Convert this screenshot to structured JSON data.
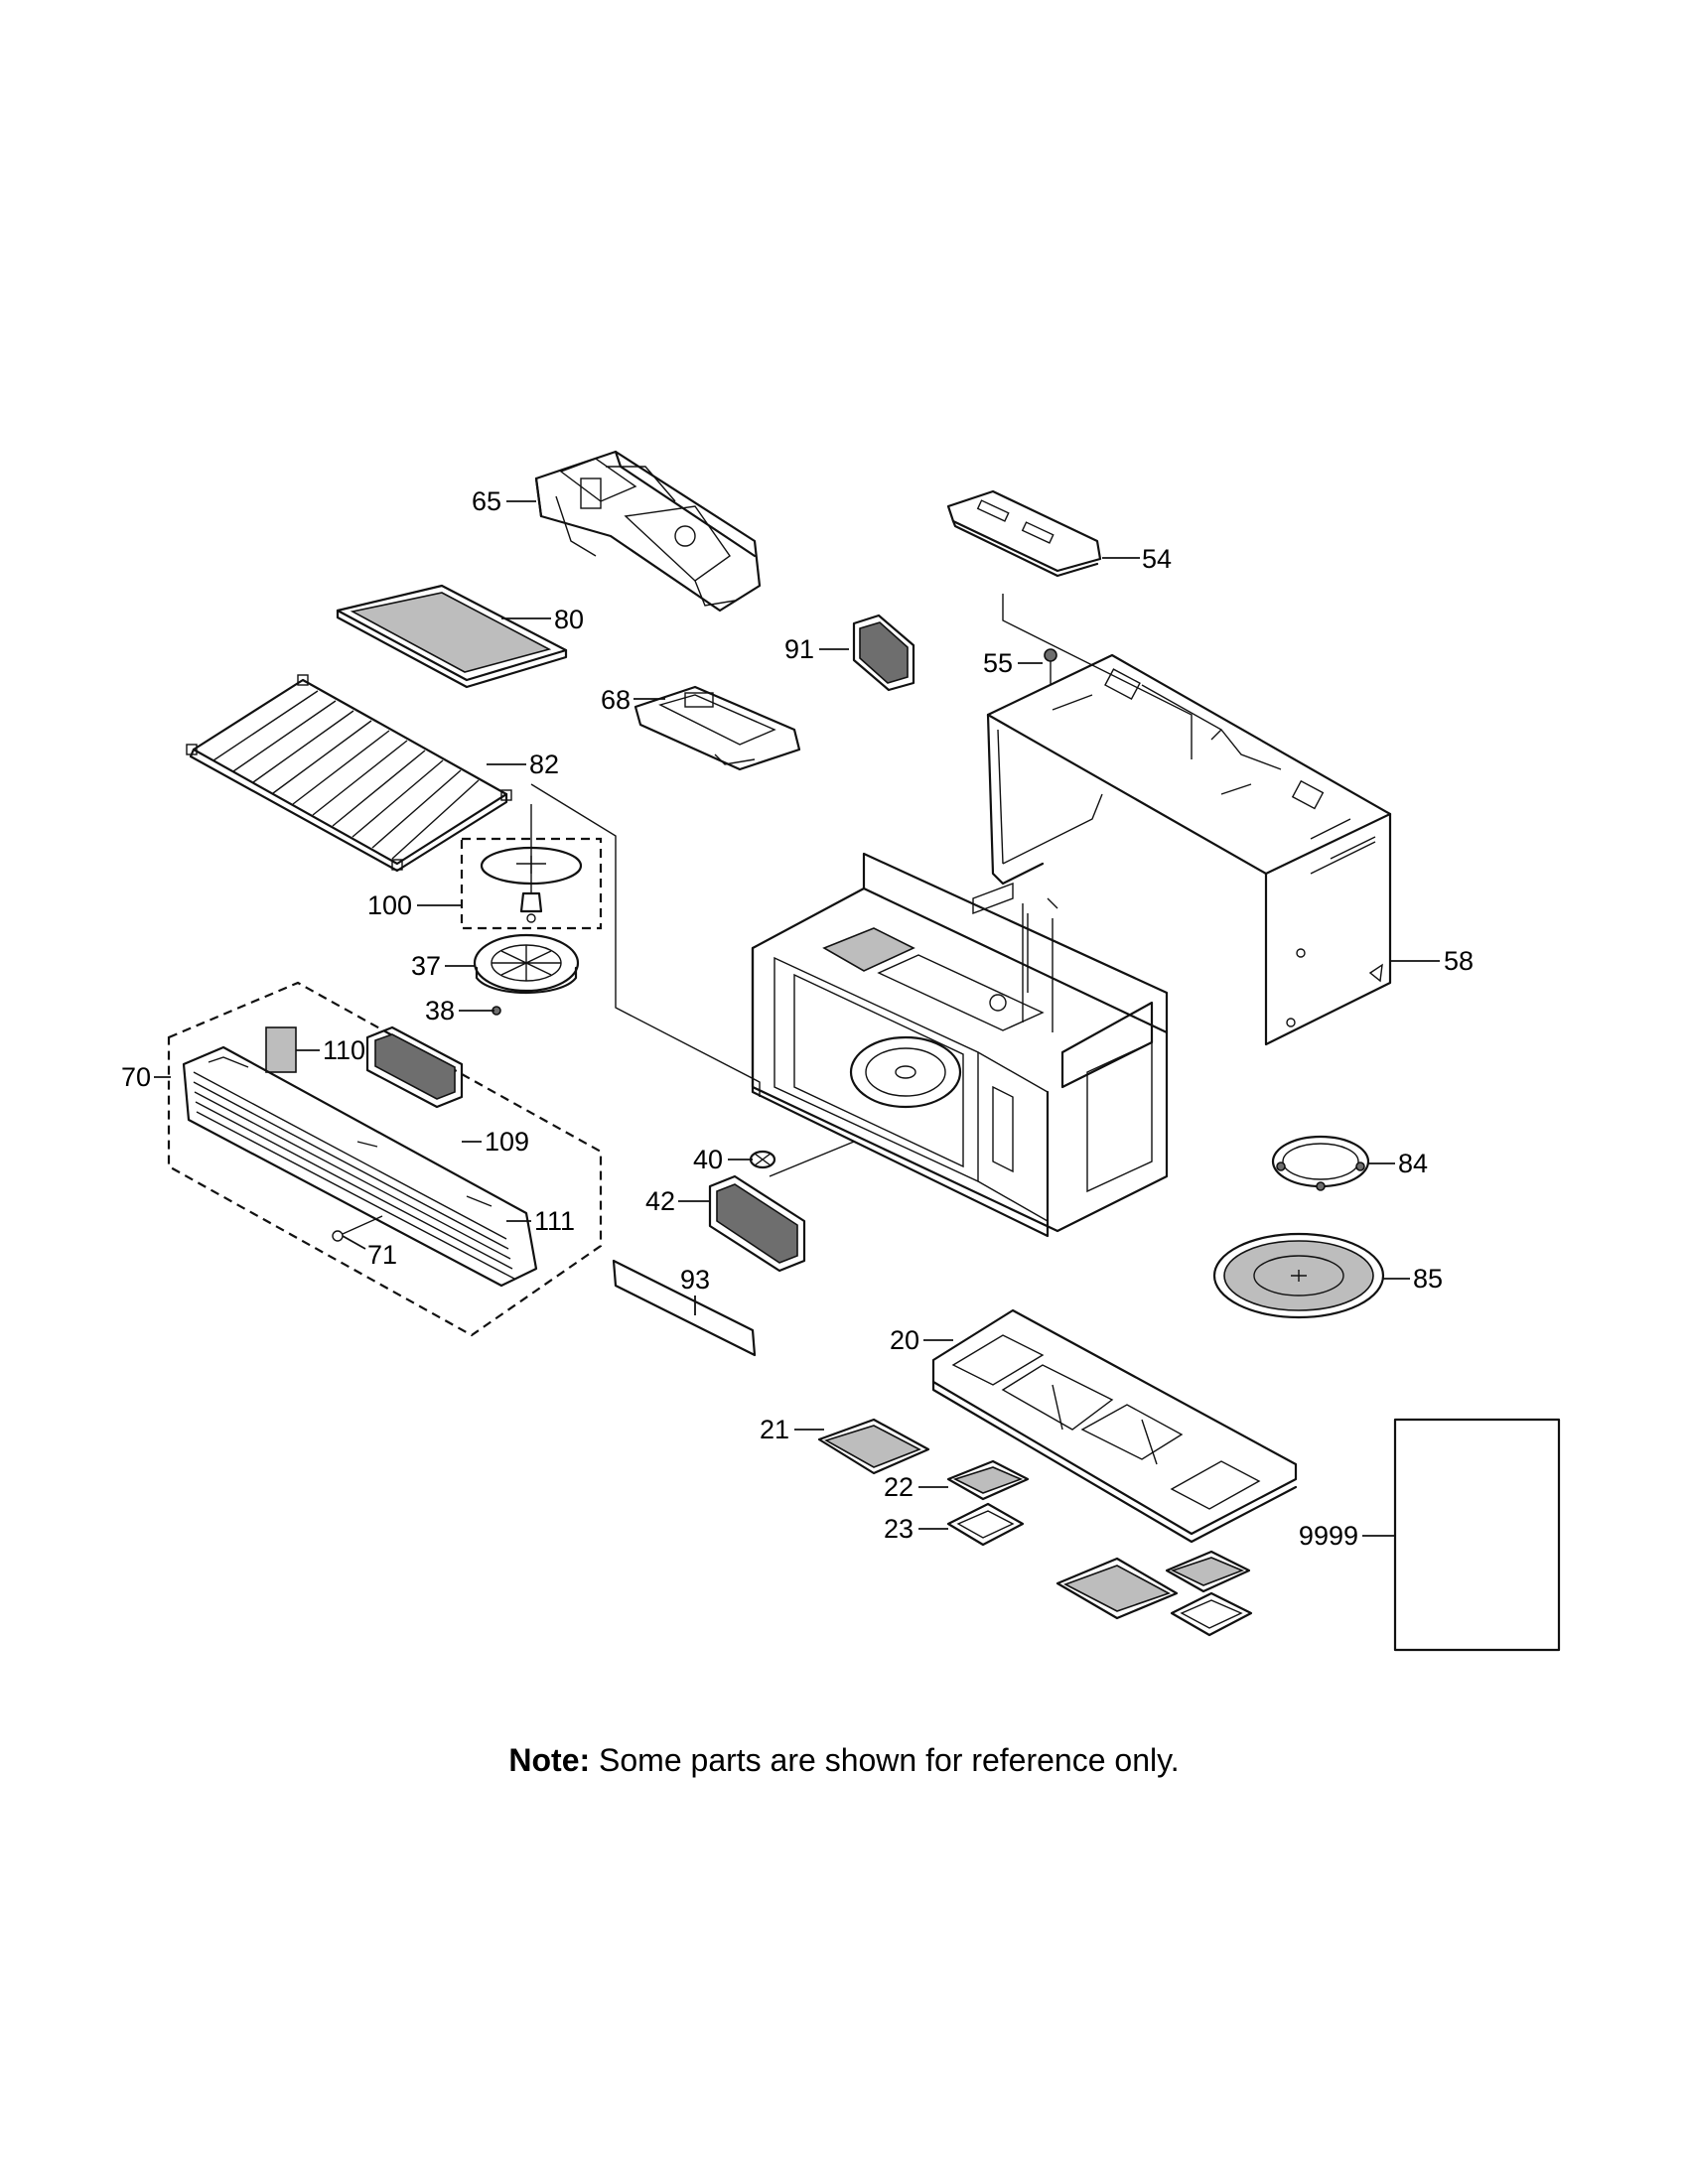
{
  "callouts": [
    {
      "id": "65",
      "text": "65"
    },
    {
      "id": "54",
      "text": "54"
    },
    {
      "id": "80",
      "text": "80"
    },
    {
      "id": "91",
      "text": "91"
    },
    {
      "id": "55",
      "text": "55"
    },
    {
      "id": "68",
      "text": "68"
    },
    {
      "id": "82",
      "text": "82"
    },
    {
      "id": "100",
      "text": "100"
    },
    {
      "id": "37",
      "text": "37"
    },
    {
      "id": "38",
      "text": "38"
    },
    {
      "id": "58",
      "text": "58"
    },
    {
      "id": "70",
      "text": "70"
    },
    {
      "id": "110",
      "text": "110"
    },
    {
      "id": "109",
      "text": "109"
    },
    {
      "id": "40",
      "text": "40"
    },
    {
      "id": "84",
      "text": "84"
    },
    {
      "id": "42",
      "text": "42"
    },
    {
      "id": "111",
      "text": "111"
    },
    {
      "id": "71",
      "text": "71"
    },
    {
      "id": "93",
      "text": "93"
    },
    {
      "id": "85",
      "text": "85"
    },
    {
      "id": "20",
      "text": "20"
    },
    {
      "id": "21",
      "text": "21"
    },
    {
      "id": "22",
      "text": "22"
    },
    {
      "id": "23",
      "text": "23"
    },
    {
      "id": "9999",
      "text": "9999"
    }
  ],
  "note": {
    "label": "Note:",
    "text": " Some parts are shown for reference only."
  }
}
